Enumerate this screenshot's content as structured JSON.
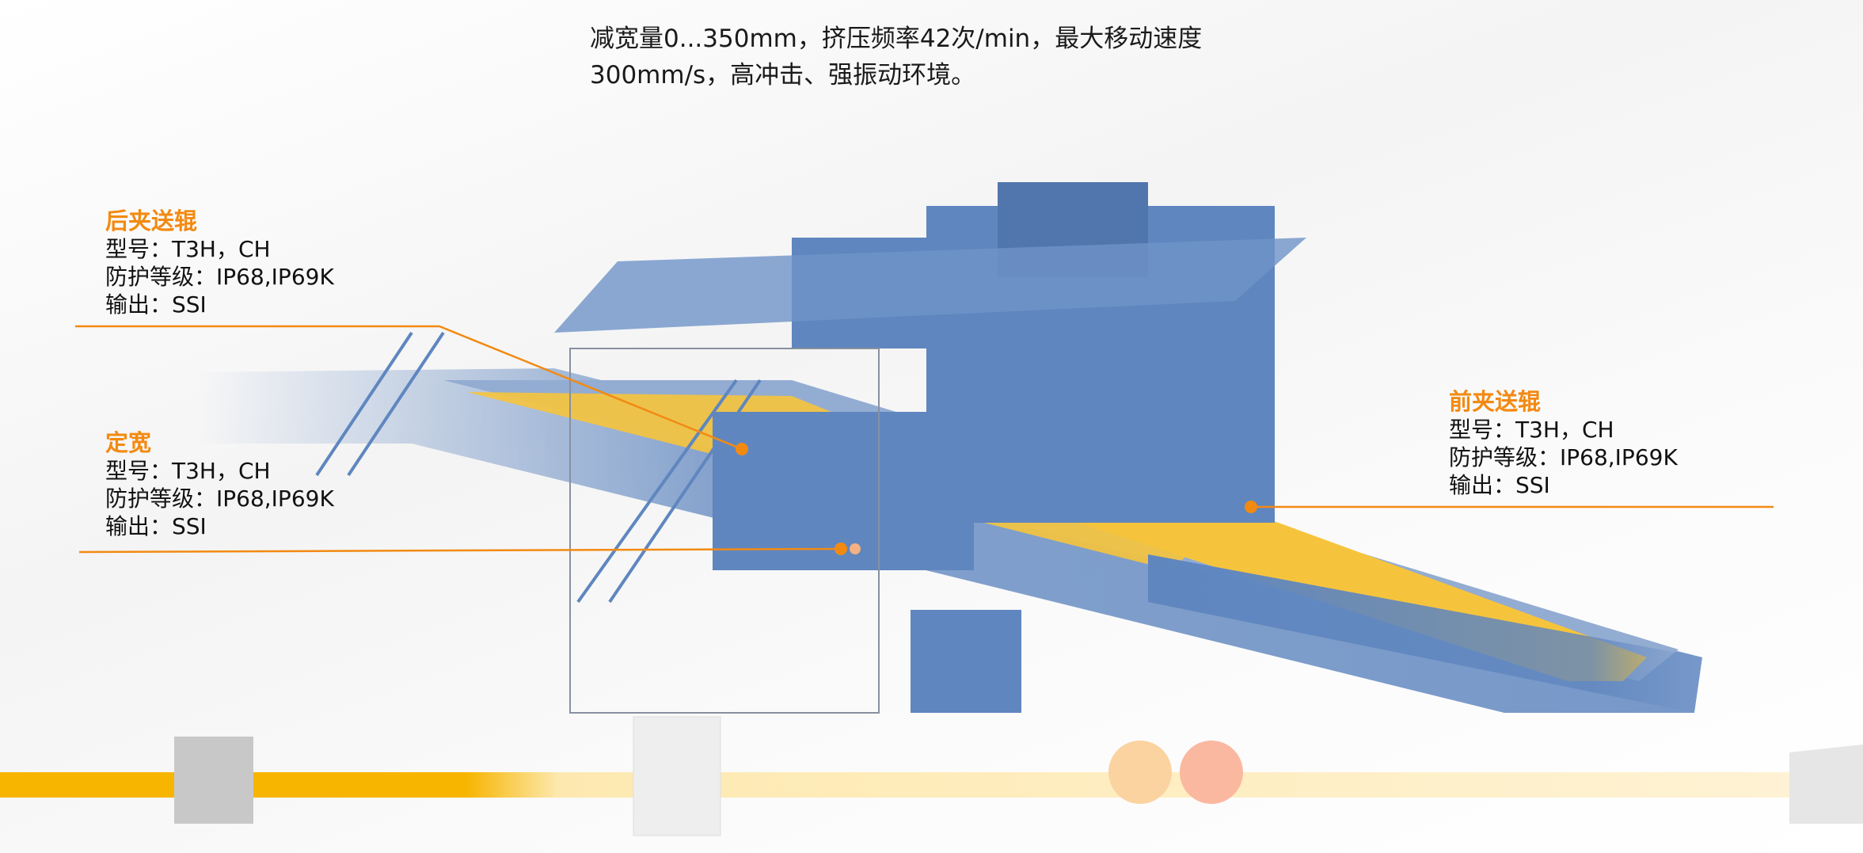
{
  "description": {
    "line1": "减宽量0...350mm，挤压频率42次/min，最大移动速度",
    "line2": "300mm/s，高冲击、强振动环境。"
  },
  "labels": [
    {
      "title": "后夹送辊",
      "model": "型号：T3H，CH",
      "protection": "防护等级：IP68,IP69K",
      "output": "输出：SSI"
    },
    {
      "title": "定宽",
      "model": "型号：T3H，CH",
      "protection": "防护等级：IP68,IP69K",
      "output": "输出：SSI"
    },
    {
      "title": "前夹送辊",
      "model": "型号：T3H，CH",
      "protection": "防护等级：IP68,IP69K",
      "output": "输出：SSI"
    }
  ],
  "colors": {
    "accent": "#f28a12",
    "machine": "#5f86bf",
    "slab": "#f6c43c",
    "strip": "#f7b500"
  }
}
